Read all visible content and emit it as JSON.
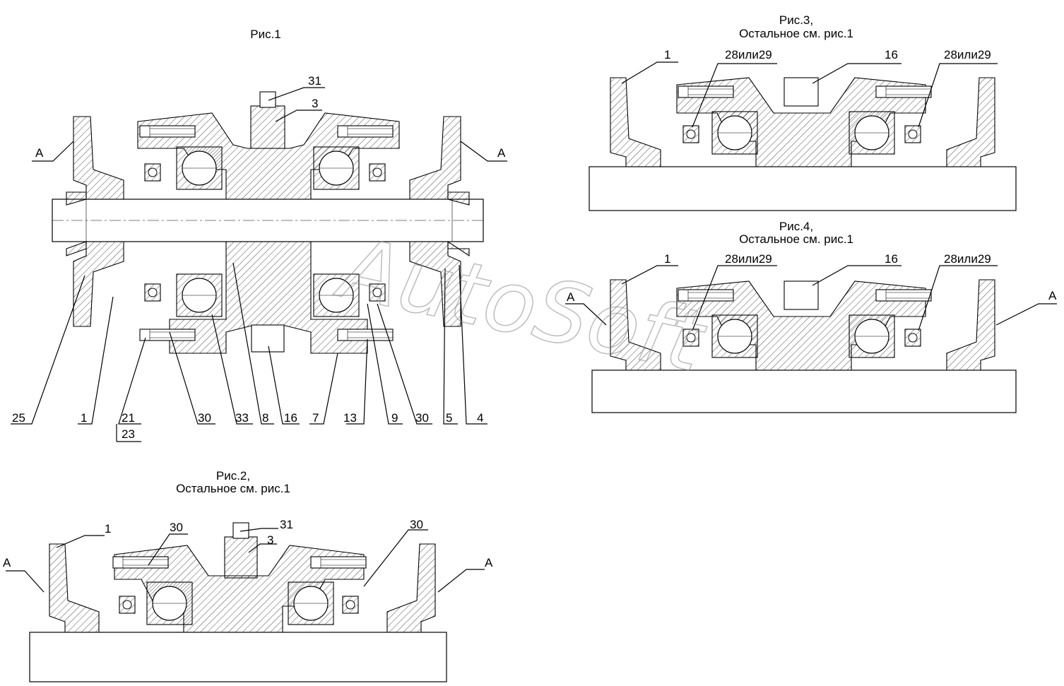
{
  "figures": {
    "fig1": {
      "title": "Рис.1"
    },
    "fig2": {
      "title_line1": "Рис.2,",
      "title_line2": "Остальное см. рис.1"
    },
    "fig3": {
      "title_line1": "Рис.3,",
      "title_line2": "Остальное см. рис.1"
    },
    "fig4": {
      "title_line1": "Рис.4,",
      "title_line2": "Остальное см. рис.1"
    }
  },
  "fig1_labels": {
    "p31": "31",
    "p3": "3",
    "a_left": "А",
    "a_right": "А",
    "p25": "25",
    "p1": "1",
    "p21": "21",
    "p23": "23",
    "p30a": "30",
    "p33": "33",
    "p8": "8",
    "p16": "16",
    "p7": "7",
    "p13": "13",
    "p9": "9",
    "p30b": "30",
    "p5": "5",
    "p4": "4"
  },
  "fig2_labels": {
    "p1": "1",
    "p30a": "30",
    "p31": "31",
    "p3": "3",
    "p30b": "30",
    "a_left": "А",
    "a_right": "А"
  },
  "fig3_labels": {
    "p1": "1",
    "p28a": "28или29",
    "p16": "16",
    "p28b": "28или29"
  },
  "fig4_labels": {
    "p1": "1",
    "p28a": "28или29",
    "p16": "16",
    "p28b": "28или29",
    "a_left": "А",
    "a_right": "А"
  },
  "watermark": "AutoSoft"
}
